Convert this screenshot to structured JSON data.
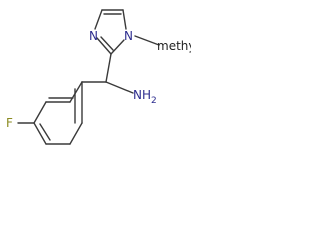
{
  "molecule": {
    "labels": {
      "ring_n3": "N",
      "ring_n1": "N",
      "n_methyl": "methyl",
      "amine": "NH",
      "amine_subscript": "2",
      "fluorine": "F"
    },
    "colors": {
      "bond": "#3a3a3a",
      "nitrogen": "#2d2d8f",
      "fluorine": "#8a8a20",
      "text": "#222222"
    }
  }
}
